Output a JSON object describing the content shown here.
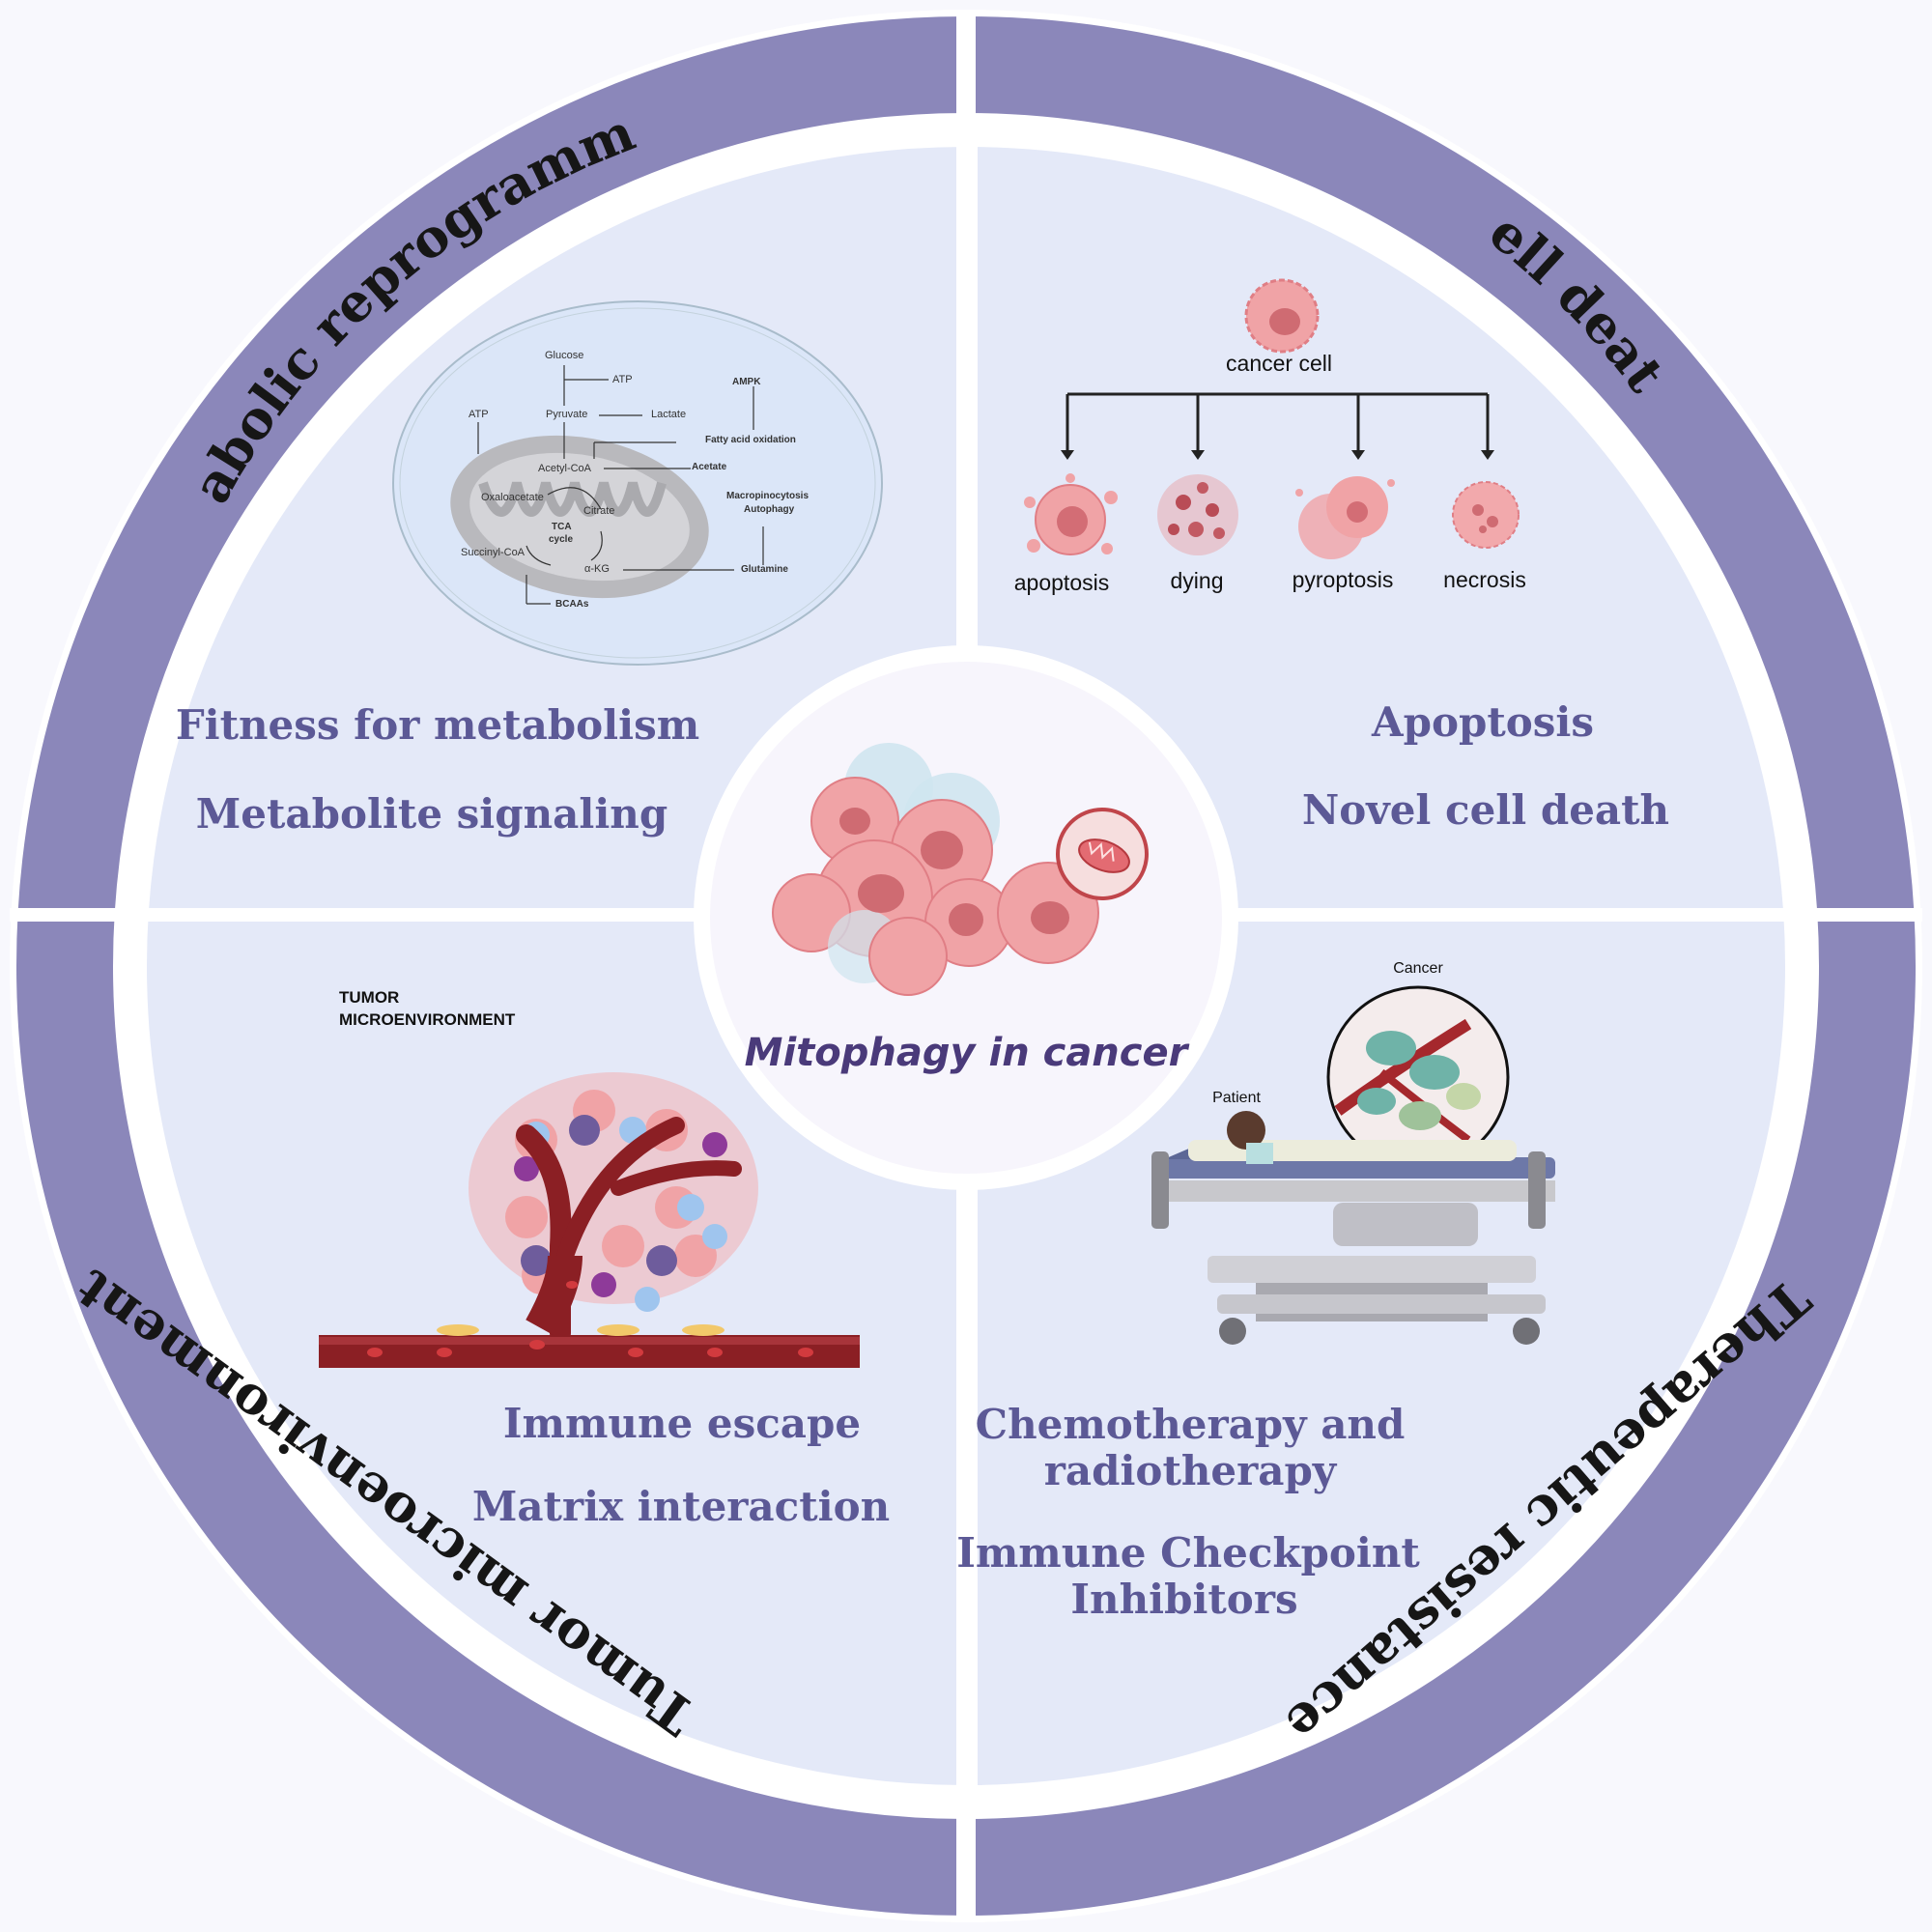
{
  "ring_titles": {
    "metabolic": "Metabolic reprogramming",
    "cell_death": "Cell death",
    "tumor_micro": "Tumor microenvironment",
    "therapeutic": "Therapeutic resistance"
  },
  "quadrant_text": {
    "metabolic": [
      "Fitness for metabolism",
      "Metabolite signaling"
    ],
    "cell_death": [
      "Apoptosis",
      "Novel cell death"
    ],
    "tumor_micro": [
      "Immune escape",
      "Matrix interaction"
    ],
    "therapeutic": [
      "Chemotherapy and",
      "radiotherapy",
      "Immune Checkpoint",
      "Inhibitors"
    ]
  },
  "center": {
    "title": "Mitophagy in cancer"
  },
  "metabolism_diagram": {
    "glucose": "Glucose",
    "atp_top": "ATP",
    "atp_left": "ATP",
    "pyruvate": "Pyruvate",
    "lactate": "Lactate",
    "ampk": "AMPK",
    "fatty_acid": "Fatty acid oxidation",
    "acetyl_coa": "Acetyl-CoA",
    "acetate": "Acetate",
    "oxaloacetate": "Oxaloacetate",
    "citrate": "Citrate",
    "macro": "Macropinocytosis",
    "autophagy": "Autophagy",
    "tca1": "TCA",
    "tca2": "cycle",
    "succinyl": "Succinyl-CoA",
    "akg": "α-KG",
    "glutamine": "Glutamine",
    "bcaas": "BCAAs"
  },
  "cell_death_diagram": {
    "root": "cancer cell",
    "branches": [
      "apoptosis",
      "dying",
      "pyroptosis",
      "necrosis"
    ]
  },
  "tme_diagram": {
    "label_line1": "TUMOR",
    "label_line2": "MICROENVIRONMENT"
  },
  "therapy_diagram": {
    "cancer": "Cancer",
    "patient": "Patient"
  },
  "colors": {
    "ring": "#8b87ba",
    "panel": "#e4e9f8",
    "quadrant_text": "#5c5996",
    "cancer_cell": "#f0a3a6",
    "vessel": "#8b1f24"
  }
}
